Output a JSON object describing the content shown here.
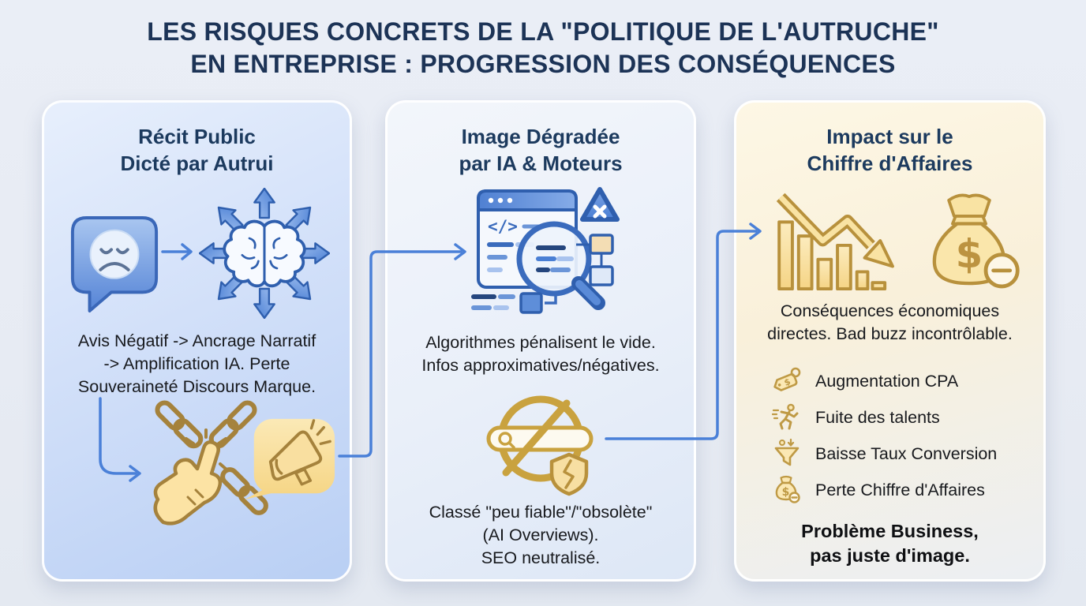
{
  "title": {
    "line1": "LES RISQUES CONCRETS DE LA \"POLITIQUE DE L'AUTRUCHE\"",
    "line2": "EN ENTREPRISE : PROGRESSION DES CONSÉQUENCES"
  },
  "cards": [
    {
      "title_lines": [
        "Récit Public",
        "Dicté par Autrui"
      ],
      "body_lines": [
        "Avis Négatif -> Ancrage Narratif",
        "-> Amplification IA. Perte",
        "Souveraineté Discours Marque."
      ],
      "icons": [
        "sad-face-speech-bubble-icon",
        "arrow-right-icon",
        "brain-radiating-arrows-icon",
        "broken-chain-hand-icon",
        "megaphone-bubble-icon"
      ]
    },
    {
      "title_lines": [
        "Image Dégradée",
        "par IA & Moteurs"
      ],
      "body_lines": [
        "Algorithmes pénalisent le vide.",
        "Infos approximatives/négatives."
      ],
      "body2_lines": [
        "Classé \"peu fiable\"/\"obsolète\"",
        "(AI Overviews).",
        "SEO neutralisé."
      ],
      "icons": [
        "browser-code-magnifier-warning-icon",
        "blocked-search-broken-shield-icon"
      ]
    },
    {
      "title_lines": [
        "Impact sur le",
        "Chiffre d'Affaires"
      ],
      "body_lines": [
        "Conséquences économiques",
        "directes. Bad buzz incontrôlable."
      ],
      "list": [
        {
          "icon": "price-tag-icon",
          "label": "Augmentation CPA"
        },
        {
          "icon": "running-person-icon",
          "label": "Fuite des talents"
        },
        {
          "icon": "funnel-icon",
          "label": "Baisse Taux Conversion"
        },
        {
          "icon": "money-bag-minus-icon",
          "label": "Perte Chiffre d'Affaires"
        }
      ],
      "footer_lines": [
        "Problème Business,",
        "pas juste d'image."
      ],
      "icons": [
        "declining-chart-arrow-icon",
        "money-bag-minus-icon"
      ]
    }
  ],
  "colors": {
    "background": "#e9edf4",
    "title_navy": "#1c3356",
    "card_header_navy": "#1c3a5e",
    "body_text": "#17191d",
    "connector_blue": "#4a80d8",
    "icon_blue": "#4a7fd4",
    "icon_blue_dark": "#2f5fae",
    "icon_gold": "#b8913c",
    "icon_gold_fill": "#f9e3a3",
    "card1_bg": "#c6d8f7",
    "card2_bg": "#e9eff9",
    "card3_bg": "#f9f0da"
  }
}
